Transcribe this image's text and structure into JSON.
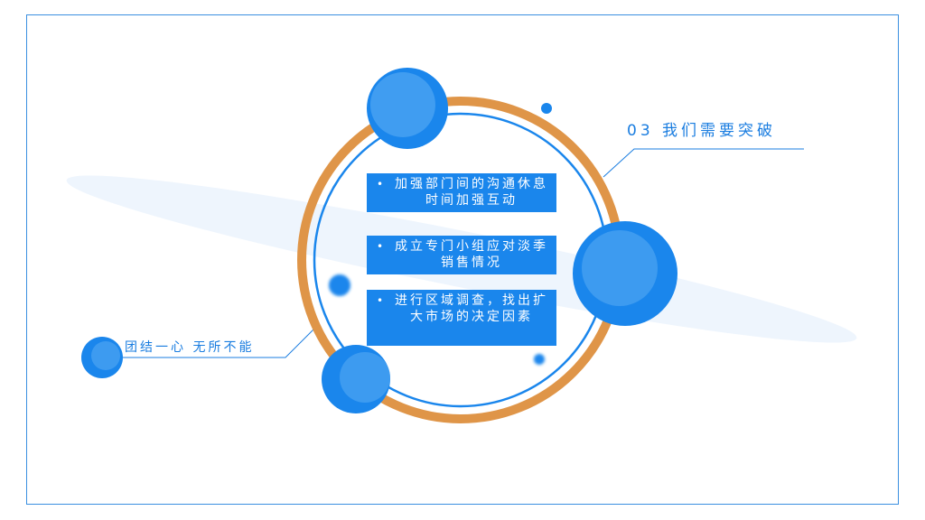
{
  "header": {
    "title": "03 我们需要突破"
  },
  "slogan": "团结一心 无所不能",
  "items": [
    {
      "bullet": "•",
      "text": "加强部门间的沟通休息时间加强互动"
    },
    {
      "bullet": "•",
      "text": "成立专门小组应对淡季销售情况"
    },
    {
      "bullet": "•",
      "text": "进行区域调查，找出扩大市场的决定因素"
    }
  ],
  "colors": {
    "primary_blue": "#1a86ec",
    "ring_orange": "#df9548",
    "frame_blue": "#3a8fe0",
    "light_band": "#eef5fd"
  }
}
